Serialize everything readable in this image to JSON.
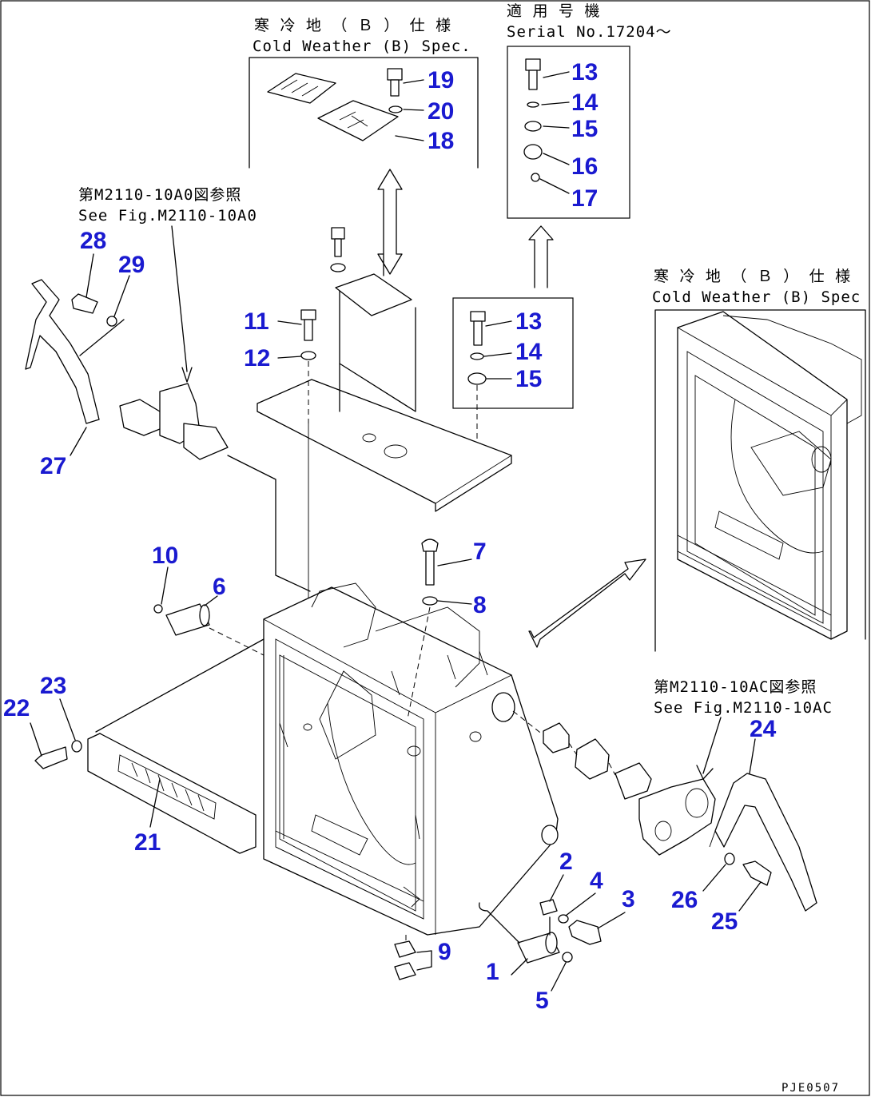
{
  "notes": {
    "top_cold_jp": "寒 冷 地 （ Ｂ ） 仕 様",
    "top_cold_en": "Cold Weather (B) Spec.",
    "serial_jp": "適 用 号 機",
    "serial_en": "Serial No.17204～",
    "left_ref_jp": "第M2110-10A0図参照",
    "left_ref_en": "See Fig.M2110-10A0",
    "right_cold_jp": "寒 冷 地 （ Ｂ ） 仕 様",
    "right_cold_en": "Cold Weather (B) Spec",
    "right_ref_jp": "第M2110-10AC図参照",
    "right_ref_en": "See Fig.M2110-10AC"
  },
  "labels": {
    "n1": "1",
    "n2": "2",
    "n3": "3",
    "n4": "4",
    "n5": "5",
    "n6": "6",
    "n7": "7",
    "n8": "8",
    "n9": "9",
    "n10": "10",
    "n11": "11",
    "n12": "12",
    "n13a": "13",
    "n14a": "14",
    "n15a": "15",
    "n13b": "13",
    "n14b": "14",
    "n15b": "15",
    "n16": "16",
    "n17": "17",
    "n18": "18",
    "n19": "19",
    "n20": "20",
    "n21": "21",
    "n22": "22",
    "n23": "23",
    "n24": "24",
    "n25": "25",
    "n26": "26",
    "n27": "27",
    "n28": "28",
    "n29": "29"
  },
  "drawing_code": "PJE0507",
  "colors": {
    "label": "#1a1ad0",
    "line": "#000000"
  }
}
